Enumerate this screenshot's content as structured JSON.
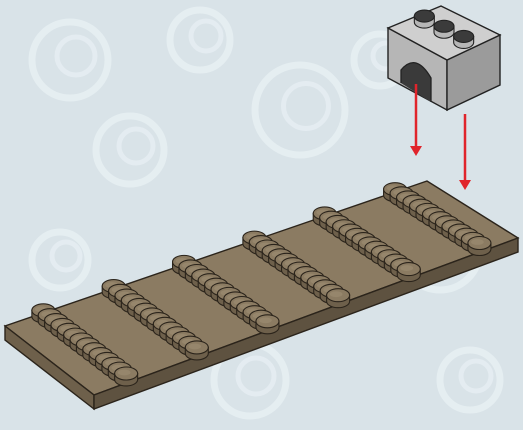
{
  "scene": {
    "background_color": "#d9e3e8",
    "swirl_color": "#e6eef2"
  },
  "baseplate": {
    "color_top": "#8b7b62",
    "color_front": "#6e604b",
    "color_side": "#5e5240",
    "outline": "#2b241b",
    "rows": 6,
    "columns": 14
  },
  "arch_brick": {
    "color_top": "#cfcfcf",
    "color_front": "#b6b6b6",
    "color_side": "#9b9b9b",
    "outline": "#222222",
    "studs": 3
  },
  "arrows": {
    "color": "#e0242b",
    "count": 2
  }
}
